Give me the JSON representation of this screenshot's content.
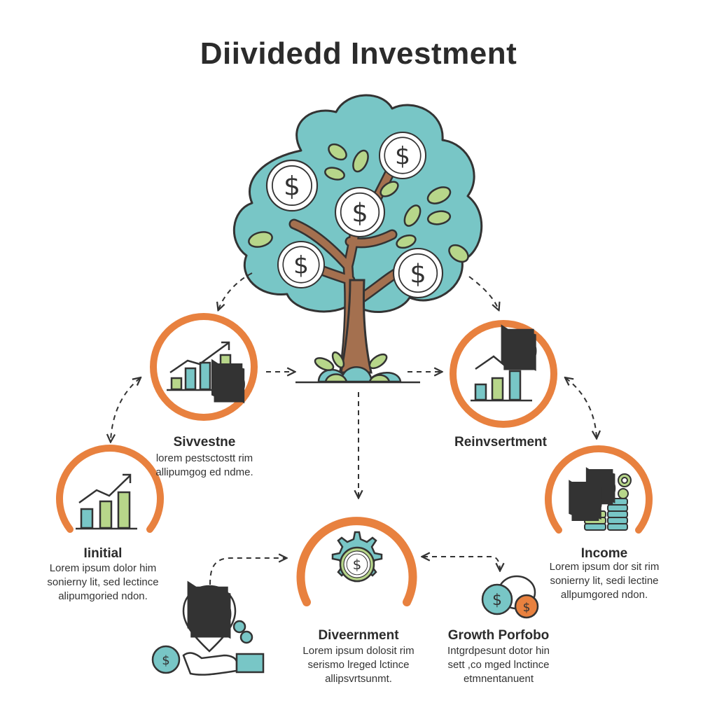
{
  "title": "Diividedd Investment",
  "colors": {
    "orange": "#e8813f",
    "teal": "#71c4c7",
    "green": "#b7d68a",
    "trunk": "#a4704f",
    "coin_fill": "#ffffff",
    "outline": "#333333"
  },
  "nodes": {
    "sivvestne": {
      "label": "Sivvestne",
      "desc": [
        "lorem pestsctostt rim",
        "allipumgog ed ndme."
      ],
      "icon": "growth-chart-coin-icon"
    },
    "reinvestment": {
      "label": "Reinvsertment",
      "desc": [],
      "icon": "chart-coin-icon"
    },
    "initial": {
      "label": "Iinitial",
      "desc": [
        "Lorem ipsum dolor him",
        "sonierny lit, sed lectince",
        "alipumgoried ndon."
      ],
      "icon": "growth-chart-icon"
    },
    "income": {
      "label": "Income",
      "desc": [
        "Lorem ipsum dor sit rim",
        "sonierny lit, sedi lectine",
        "allpumgored ndon."
      ],
      "icon": "coin-stack-gears-icon"
    },
    "diverment": {
      "label": "Diveernment",
      "desc": [
        "Lorem ipsum dolosit rim",
        "serismo lreged lctince",
        "allipsvrtsunmt."
      ],
      "icon": "dollar-gear-icon"
    },
    "growth": {
      "label": "Growth Porfobo",
      "desc": [
        "Intgrdpesunt dotor hin",
        "sett ,co mged lnctince",
        "etmnentanuent"
      ],
      "icon": "coins-icon"
    }
  },
  "icons": {
    "tree": "money-tree-icon",
    "hand": "hand-coin-icon"
  }
}
